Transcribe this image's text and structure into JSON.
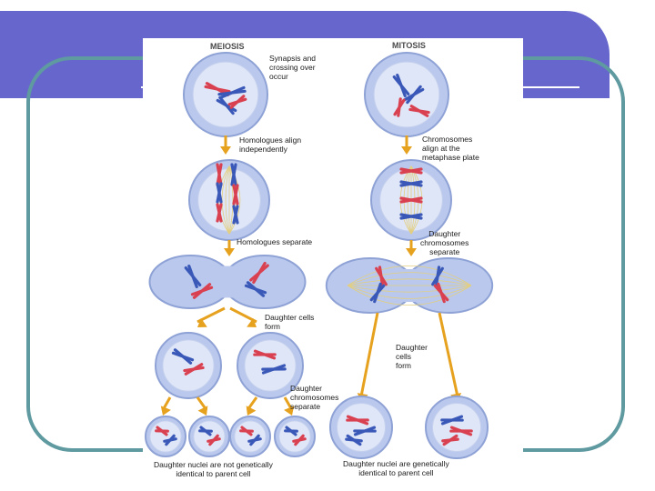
{
  "slide": {
    "theme_colors": {
      "banner": "#6666cc",
      "frame": "#5f9aa0",
      "background": "#ffffff"
    }
  },
  "diagram": {
    "headers": {
      "meiosis": "MEIOSIS",
      "mitosis": "MITOSIS"
    },
    "meiosis_labels": {
      "synapsis": "Synapsis and\ncrossing over\noccur",
      "homologues_align": "Homologues align\nindependently",
      "homologues_separate": "Homologues separate",
      "daughter_cells_form": "Daughter cells\nform",
      "daughter_chromosomes_separate": "Daughter\nchromosomes\nseparate",
      "not_identical": "Daughter nuclei are not genetically\nidentical to parent cell"
    },
    "mitosis_labels": {
      "chromosomes_align": "Chromosomes\nalign at the\nmetaphase plate",
      "daughter_chromosomes_separate": "Daughter\nchromosomes\nseparate",
      "daughter_cells_form": "Daughter\ncells\nform",
      "identical": "Daughter nuclei are genetically\nidentical to parent cell"
    },
    "colors": {
      "chromosome_red": "#d94050",
      "chromosome_blue": "#3a58b8",
      "cell_fill": "#b9c8ec",
      "cell_edge": "#8fa2d6",
      "arrow": "#e6a21e"
    }
  }
}
